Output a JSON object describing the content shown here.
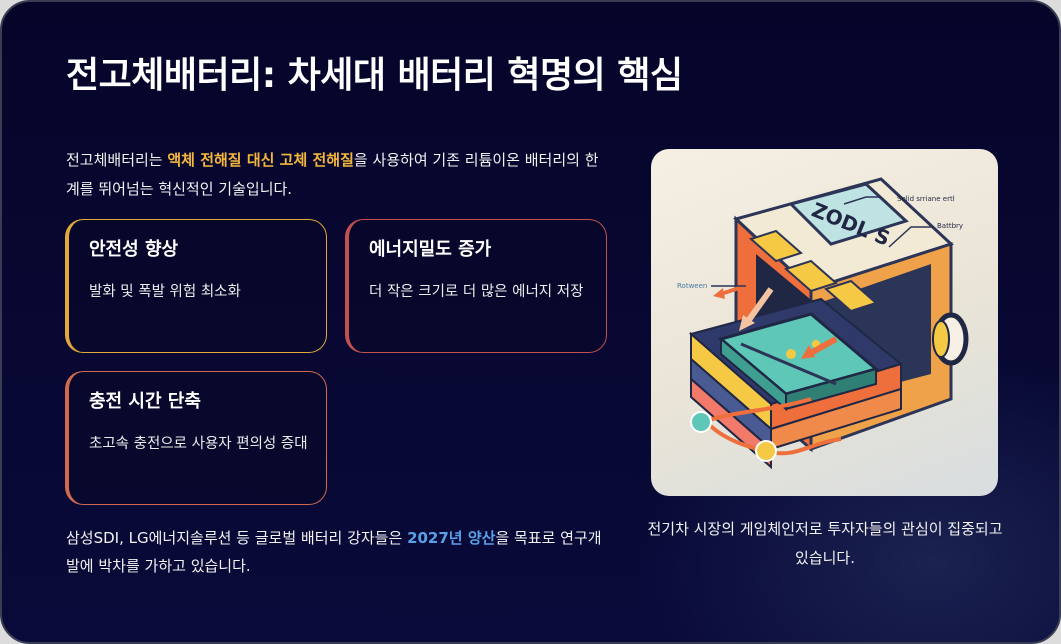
{
  "title": "전고체배터리: 차세대 배터리 혁명의 핵심",
  "intro": {
    "before": "전고체배터리는 ",
    "highlight": "액체 전해질 대신 고체 전해질",
    "after": "을 사용하여 기존 리튬이온 배터리의 한계를 뛰어넘는 혁신적인 기술입니다."
  },
  "cards": [
    {
      "title": "안전성 향상",
      "desc": "발화 및 폭발 위험 최소화",
      "accent": "#e0a93a"
    },
    {
      "title": "에너지밀도 증가",
      "desc": "더 작은 크기로 더 많은 에너지 저장",
      "accent": "#c2504f"
    },
    {
      "title": "충전 시간 단축",
      "desc": "초고속 충전으로 사용자 편의성 증대",
      "accent": "#d06a4e"
    }
  ],
  "outro": {
    "before": "삼성SDI, LG에너지솔루션 등 글로벌 배터리 강자들은 ",
    "highlight": "2027년 양산",
    "after": "을 목표로 연구개발에 박차를 가하고 있습니다."
  },
  "illustration": {
    "label_solid": "Solid srriane ertl",
    "label_battery": "Battbry",
    "label_between": "Rotween",
    "label_brand": "ZODL S"
  },
  "caption": "전기차 시장의 게임체인저로 투자자들의 관심이 집중되고 있습니다.",
  "colors": {
    "background": "#0a0a3a",
    "highlight_yellow": "#f5b83d",
    "highlight_blue": "#5aa0e8"
  }
}
